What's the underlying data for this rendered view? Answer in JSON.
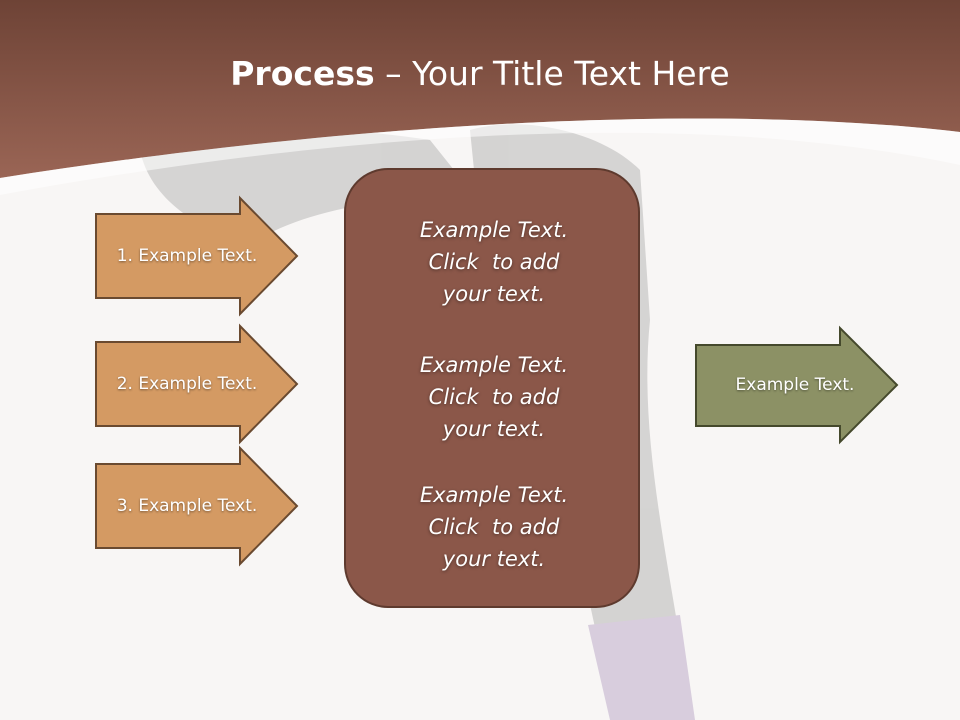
{
  "title": {
    "bold": "Process",
    "rest": " – Your Title Text Here"
  },
  "left_arrows": [
    {
      "label": "1. Example Text."
    },
    {
      "label": "2. Example Text."
    },
    {
      "label": "3. Example Text."
    }
  ],
  "center": {
    "blocks": [
      {
        "lines": [
          "Example Text.",
          "Click  to add",
          "your text."
        ]
      },
      {
        "lines": [
          "Example Text.",
          "Click  to add",
          "your text."
        ]
      },
      {
        "lines": [
          "Example Text.",
          "Click  to add",
          "your text."
        ]
      }
    ]
  },
  "right_arrow": {
    "label": "Example Text."
  },
  "colors": {
    "header": "#8e5a48",
    "left_arrow_fill": "#d49a63",
    "center_fill": "#8b5749",
    "right_arrow_fill": "#8c9165"
  }
}
